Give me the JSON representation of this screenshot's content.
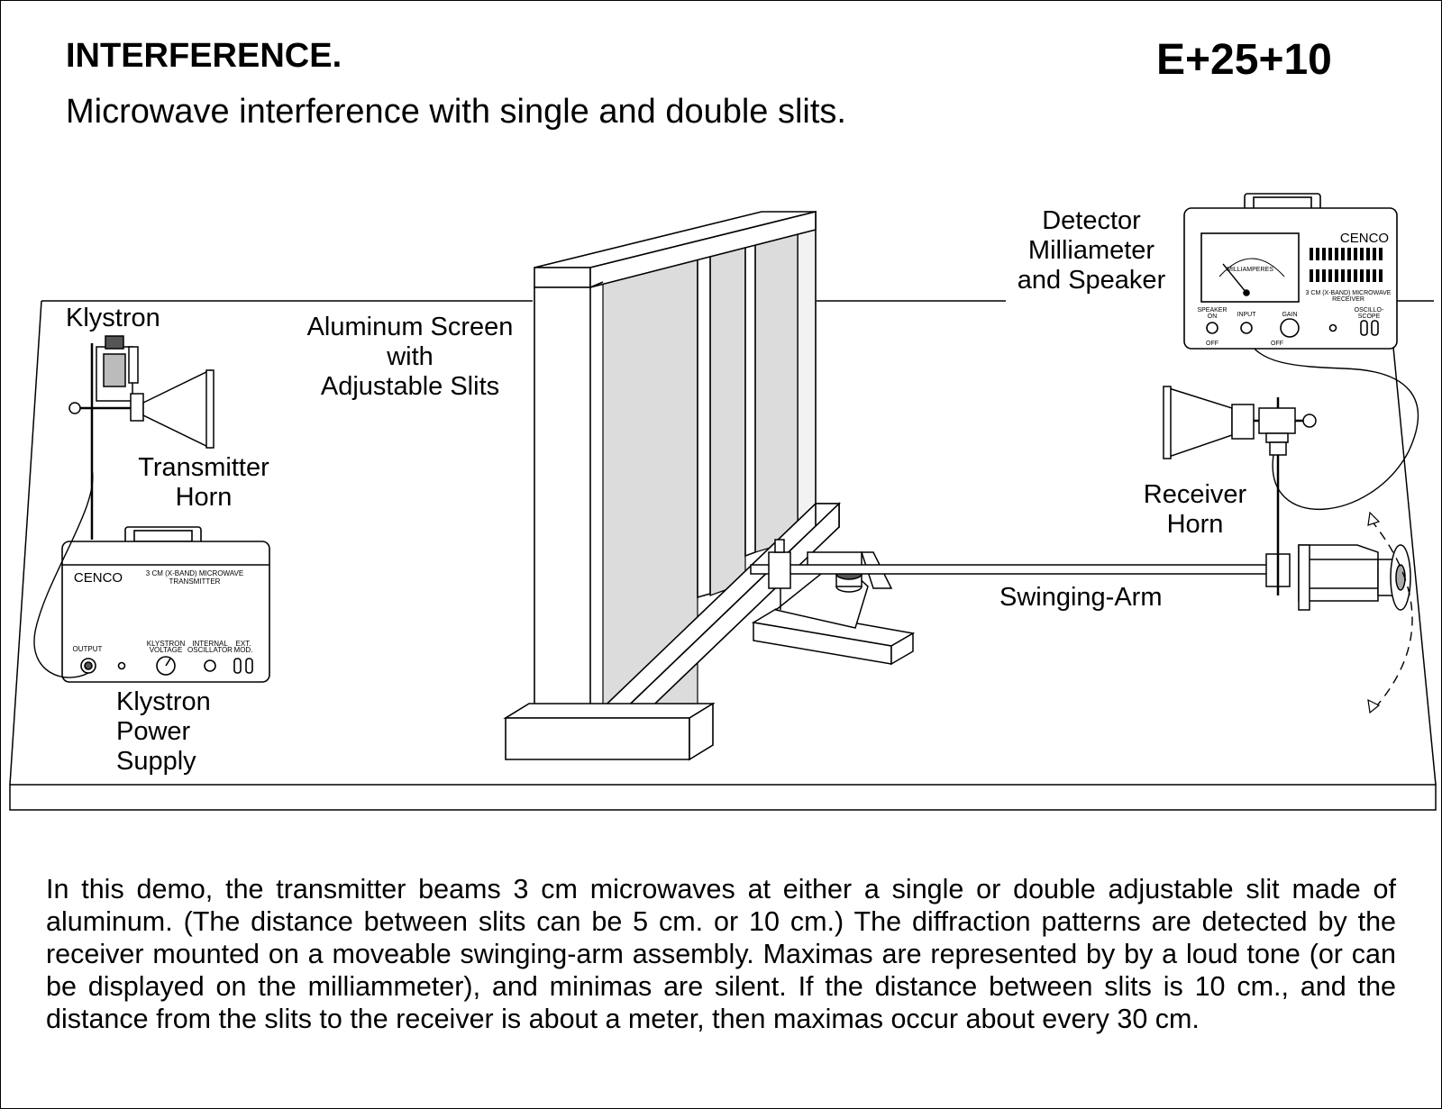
{
  "header": {
    "title": "INTERFERENCE.",
    "code": "E+25+10",
    "subtitle": "Microwave interference with single and double slits."
  },
  "labels": {
    "klystron": "Klystron",
    "transmitter_horn": [
      "Transmitter",
      "Horn"
    ],
    "klystron_power_supply": [
      "Klystron",
      "Power",
      "Supply"
    ],
    "aluminum_screen": [
      "Aluminum Screen",
      "with",
      "Adjustable Slits"
    ],
    "detector": [
      "Detector",
      "Milliameter",
      "and Speaker"
    ],
    "receiver_horn": [
      "Receiver",
      "Horn"
    ],
    "swinging_arm": "Swinging-Arm"
  },
  "transmitter_panel": {
    "brand": "CENCO",
    "model": [
      "3 CM (X-BAND) MICROWAVE",
      "TRANSMITTER"
    ],
    "output": "OUTPUT",
    "klystron_voltage": [
      "KLYSTRON",
      "VOLTAGE"
    ],
    "internal_oscillator": [
      "INTERNAL",
      "OSCILLATOR"
    ],
    "ext_mod": [
      "EXT.",
      "MOD."
    ]
  },
  "receiver_panel": {
    "brand": "CENCO",
    "meter_label": "MILLIAMPERES",
    "model": [
      "3 CM (X-BAND) MICROWAVE",
      "RECEIVER"
    ],
    "speaker": [
      "SPEAKER",
      "ON"
    ],
    "speaker_off": "OFF",
    "input": "INPUT",
    "gain": "GAIN",
    "gain_off": "OFF",
    "oscilloscope": [
      "OSCILLO-",
      "SCOPE"
    ]
  },
  "description": "In this demo, the transmitter beams 3 cm microwaves at either a single or double adjustable slit made of aluminum. (The distance between slits can be 5 cm. or 10 cm.) The diffraction patterns are detected by the receiver mounted on a moveable swinging-arm assembly. Maximas are represented by by a loud tone (or can be displayed on the milliammeter), and minimas are silent. If the distance between slits is 10 cm., and the distance from the slits to the receiver is about a meter, then maximas occur  about every 30 cm."
}
